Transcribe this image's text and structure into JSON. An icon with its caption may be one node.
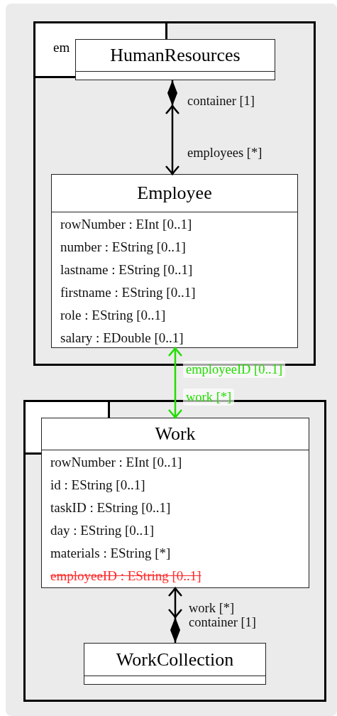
{
  "diagram": {
    "nodes": [
      {
        "text": [
          "em"
        ]
      },
      {
        "text": [
          "HumanResources"
        ],
        "in": 0
      },
      {
        "text": [
          "Employee",
          "rowNumber : EInt [0..1]",
          "number : EString [0..1]",
          "lastname : EString [0..1]",
          "firstname : EString [0..1]",
          "role : EString [0..1]",
          "salary : EDouble [0..1]"
        ],
        "in": 0
      },
      {
        "text": [],
        "shape": "box"
      },
      {
        "text": [
          "Work",
          "rowNumber : EInt [0..1]",
          "id : EString [0..1]",
          "taskID : EString [0..1]",
          "day : EString [0..1]",
          "materials : EString [*]",
          "employeeID : EString [0..1]"
        ],
        "in": 3
      },
      {
        "text": [
          "WorkCollection"
        ],
        "in": 3
      }
    ],
    "edges": [
      {
        "from": 1,
        "to": 2,
        "arrow": "both"
      },
      {
        "from": 2,
        "to": 4,
        "arrow": "both",
        "color": "#22dd00"
      },
      {
        "from": 4,
        "to": 5,
        "arrow": "both"
      }
    ],
    "labels": [
      "container [1]",
      "employees [*]",
      "employeeID [0..1]",
      "work [*]",
      "work [*]",
      "container [1]"
    ]
  }
}
